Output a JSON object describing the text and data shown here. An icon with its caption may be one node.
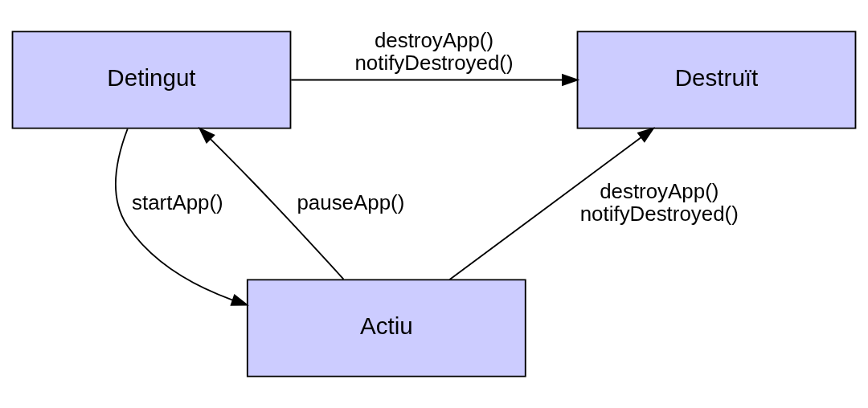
{
  "diagram": {
    "nodes": [
      {
        "text": [
          "Detingut"
        ]
      },
      {
        "text": [
          "Destruït"
        ]
      },
      {
        "text": [
          "Actiu"
        ]
      }
    ],
    "edges": [
      {
        "from": 0,
        "to": 1,
        "arrow": "to",
        "label": "destroyApp() notifyDestroyed()"
      },
      {
        "from": 0,
        "to": 2,
        "arrow": "to",
        "label": "startApp()"
      },
      {
        "from": 2,
        "to": 0,
        "arrow": "to",
        "label": "pauseApp()"
      },
      {
        "from": 2,
        "to": 1,
        "arrow": "to",
        "label": "destroyApp() notifyDestroyed()"
      }
    ]
  }
}
